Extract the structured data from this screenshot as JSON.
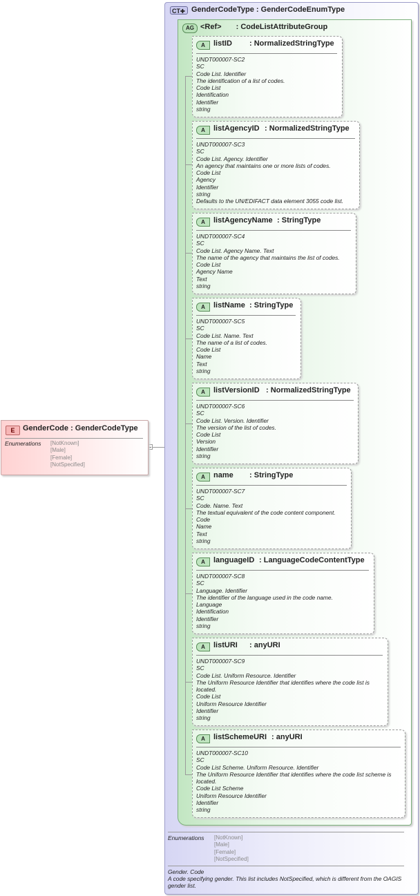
{
  "element": {
    "badge": "E",
    "name": "GenderCode",
    "type": "GenderCodeType",
    "enumerations_label": "Enumerations",
    "enumerations": [
      "[NotKnown]",
      "[Male]",
      "[Female]",
      "[NotSpecified]"
    ]
  },
  "complex_type": {
    "badge": "CT",
    "name": "GenderCodeType",
    "base": "GenderCodeEnumType",
    "enumerations_label": "Enumerations",
    "enumerations": [
      "[NotKnown]",
      "[Male]",
      "[Female]",
      "[NotSpecified]"
    ],
    "doc": [
      "Gender. Code",
      "A code specifying gender. This list includes NotSpecified, which is different from the OAGIS gender list."
    ]
  },
  "attribute_group": {
    "badge": "AG",
    "ref": "<Ref>",
    "name": "CodeListAttributeGroup"
  },
  "attributes": [
    {
      "badge": "A",
      "name": "listID",
      "type": "NormalizedStringType",
      "doc": [
        "UNDT000007-SC2",
        "SC",
        "Code List. Identifier",
        "The identification of a list of codes.",
        "Code List",
        "Identification",
        "Identifier",
        "string"
      ]
    },
    {
      "badge": "A",
      "name": "listAgencyID",
      "type": "NormalizedStringType",
      "doc": [
        "UNDT000007-SC3",
        "SC",
        "Code List. Agency. Identifier",
        "An agency that maintains one or more lists of codes.",
        "Code List",
        "Agency",
        "Identifier",
        "string",
        "Defaults to the UN/EDIFACT data element 3055 code list."
      ]
    },
    {
      "badge": "A",
      "name": "listAgencyName",
      "type": "StringType",
      "doc": [
        "UNDT000007-SC4",
        "SC",
        "Code List. Agency Name. Text",
        "The name of the agency that maintains the list of codes.",
        "Code List",
        "Agency Name",
        "Text",
        "string"
      ]
    },
    {
      "badge": "A",
      "name": "listName",
      "type": "StringType",
      "doc": [
        "UNDT000007-SC5",
        "SC",
        "Code List. Name. Text",
        "The name of a list of codes.",
        "Code List",
        "Name",
        "Text",
        "string"
      ]
    },
    {
      "badge": "A",
      "name": "listVersionID",
      "type": "NormalizedStringType",
      "doc": [
        "UNDT000007-SC6",
        "SC",
        "Code List. Version. Identifier",
        "The version of the list of codes.",
        "Code List",
        "Version",
        "Identifier",
        "string"
      ]
    },
    {
      "badge": "A",
      "name": "name",
      "type": "StringType",
      "doc": [
        "UNDT000007-SC7",
        "SC",
        "Code. Name. Text",
        "The textual equivalent of the code content component.",
        "Code",
        "Name",
        "Text",
        "string"
      ]
    },
    {
      "badge": "A",
      "name": "languageID",
      "type": "LanguageCodeContentType",
      "doc": [
        "UNDT000007-SC8",
        "SC",
        "Language. Identifier",
        "The identifier of the language used in the code name.",
        "Language",
        "Identification",
        "Identifier",
        "string"
      ]
    },
    {
      "badge": "A",
      "name": "listURI",
      "type": "anyURI",
      "doc": [
        "UNDT000007-SC9",
        "SC",
        "Code List. Uniform Resource. Identifier",
        "The Uniform Resource Identifier that identifies where the code list is located.",
        "Code List",
        "Uniform Resource Identifier",
        "Identifier",
        "string"
      ]
    },
    {
      "badge": "A",
      "name": "listSchemeURI",
      "type": "anyURI",
      "doc": [
        "UNDT000007-SC10",
        "SC",
        "Code List Scheme. Uniform Resource. Identifier",
        "The Uniform Resource Identifier that identifies where the code list scheme is located.",
        "Code List Scheme",
        "Uniform Resource Identifier",
        "Identifier",
        "string"
      ]
    }
  ]
}
